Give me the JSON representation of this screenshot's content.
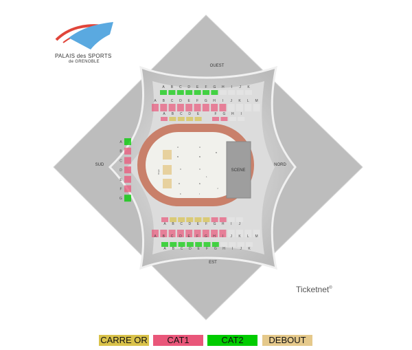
{
  "logo": {
    "line1": "PALAIS des SPORTS",
    "line2": "de GRENOBLE"
  },
  "compass": {
    "north": "NORD",
    "south": "SUD",
    "east": "EST",
    "west": "OUEST"
  },
  "stage_label": "SCENE",
  "floor_label": "Régie",
  "brand": {
    "name": "Ticketnet",
    "mark": "®"
  },
  "colors": {
    "carre_or": "#d9c24a",
    "cat1": "#e9577a",
    "cat2": "#00cc00",
    "debout": "#e5c98b",
    "unavailable": "#e6e6e6"
  },
  "legend": [
    {
      "label": "CARRE OR",
      "color": "#d9c24a"
    },
    {
      "label": "CAT1",
      "color": "#e9577a"
    },
    {
      "label": "CAT2",
      "color": "#00cc00"
    },
    {
      "label": "DEBOUT",
      "color": "#e5c98b"
    }
  ],
  "tiers": [
    {
      "name": "ouest-1",
      "sections": [
        "A",
        "B",
        "C",
        "D",
        "E",
        "F",
        "G",
        "H",
        "I",
        "J",
        "K"
      ],
      "cats": [
        "cat2",
        "cat2",
        "cat2",
        "cat2",
        "cat2",
        "cat2",
        "cat2",
        "na",
        "na",
        "na",
        "na"
      ]
    },
    {
      "name": "ouest-2",
      "sections": [
        "A",
        "B",
        "C",
        "D",
        "E",
        "F",
        "G",
        "H",
        "I",
        "J",
        "K",
        "L",
        "M"
      ],
      "cats": [
        "cat1",
        "cat1",
        "cat1",
        "cat1",
        "cat1",
        "cat1",
        "cat1",
        "cat1",
        "cat1",
        "na",
        "na",
        "na",
        "na"
      ]
    },
    {
      "name": "ouest-3",
      "sections": [
        "A",
        "B",
        "C",
        "D",
        "E",
        "F",
        "G",
        "H",
        "I"
      ],
      "cats": [
        "cat1",
        "carre_or",
        "carre_or",
        "carre_or",
        "carre_or",
        "cat1",
        "cat1",
        "na",
        "na"
      ]
    },
    {
      "name": "est-1",
      "sections": [
        "A",
        "B",
        "C",
        "D",
        "E",
        "F",
        "G",
        "H",
        "I",
        "J"
      ],
      "cats": [
        "cat1",
        "carre_or",
        "carre_or",
        "carre_or",
        "carre_or",
        "carre_or",
        "cat1",
        "cat1",
        "na",
        "na"
      ]
    },
    {
      "name": "est-2",
      "sections": [
        "A",
        "B",
        "C",
        "D",
        "E",
        "F",
        "G",
        "H",
        "I",
        "J",
        "K",
        "L",
        "M"
      ],
      "cats": [
        "cat1",
        "cat1",
        "cat1",
        "cat1",
        "cat1",
        "cat1",
        "cat1",
        "cat1",
        "cat1",
        "na",
        "na",
        "na",
        "na"
      ]
    },
    {
      "name": "est-3",
      "sections": [
        "A",
        "B",
        "C",
        "D",
        "E",
        "F",
        "G",
        "H",
        "I",
        "J",
        "K"
      ],
      "cats": [
        "cat2",
        "cat2",
        "cat2",
        "cat2",
        "cat2",
        "cat2",
        "cat2",
        "na",
        "na",
        "na",
        "na"
      ]
    },
    {
      "name": "sud",
      "sections": [
        "A",
        "B",
        "C",
        "D",
        "E",
        "F",
        "G"
      ],
      "cats": [
        "cat2",
        "cat1",
        "cat1",
        "cat1",
        "cat1",
        "cat1",
        "cat2"
      ]
    }
  ],
  "floor_zones": [
    "A",
    "A",
    "B",
    "B",
    "B",
    "C",
    "C",
    "D",
    "E",
    "F",
    "I",
    "J",
    "L"
  ]
}
